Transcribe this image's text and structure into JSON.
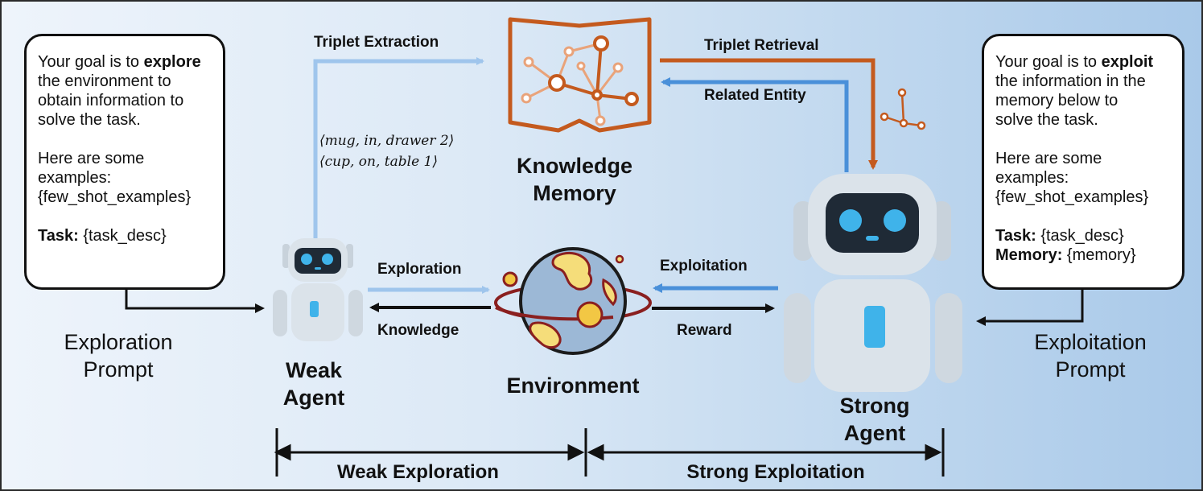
{
  "explore_prompt": {
    "line1_pre": "Your goal is to ",
    "line1_bold": "explore",
    "lines_a": [
      "the environment to",
      "obtain information to",
      "solve the task."
    ],
    "lines_b": [
      "Here are some",
      "examples:",
      "{few_shot_examples}"
    ],
    "task_key": "Task:",
    "task_val": " {task_desc}",
    "caption_1": "Exploration",
    "caption_2": "Prompt"
  },
  "exploit_prompt": {
    "line1_pre": "Your goal is to ",
    "line1_bold": "exploit",
    "lines_a": [
      "the information in the",
      "memory below  to",
      "solve the task."
    ],
    "lines_b": [
      "Here are some",
      "examples:",
      "{few_shot_examples}"
    ],
    "task_key": "Task:",
    "task_val": " {task_desc}",
    "memory_key": "Memory:",
    "memory_val": " {memory}",
    "caption_1": "Exploitation",
    "caption_2": "Prompt"
  },
  "labels": {
    "triplet_extraction": "Triplet Extraction",
    "triplet_retrieval": "Triplet Retrieval",
    "related_entity": "Related Entity",
    "exploration": "Exploration",
    "knowledge": "Knowledge",
    "exploitation": "Exploitation",
    "reward": "Reward",
    "weak_exploration": "Weak Exploration",
    "strong_exploitation": "Strong Exploitation"
  },
  "triplets": [
    "⟨mug, in, drawer 2⟩",
    "⟨cup, on, table 1⟩"
  ],
  "nodes": {
    "knowledge_memory_1": "Knowledge",
    "knowledge_memory_2": "Memory",
    "environment": "Environment",
    "weak_agent_1": "Weak",
    "weak_agent_2": "Agent",
    "strong_agent_1": "Strong",
    "strong_agent_2": "Agent"
  },
  "colors": {
    "light_blue_arrow": "#9fc5ec",
    "blue_arrow": "#4a90d9",
    "orange": "#c45a1e",
    "robot_body": "#dbe3ea",
    "robot_face": "#1f2a36",
    "robot_eye": "#3fb3ea"
  },
  "icons": [
    "robot-icon",
    "globe-icon",
    "knowledge-map-icon",
    "graph-icon"
  ]
}
